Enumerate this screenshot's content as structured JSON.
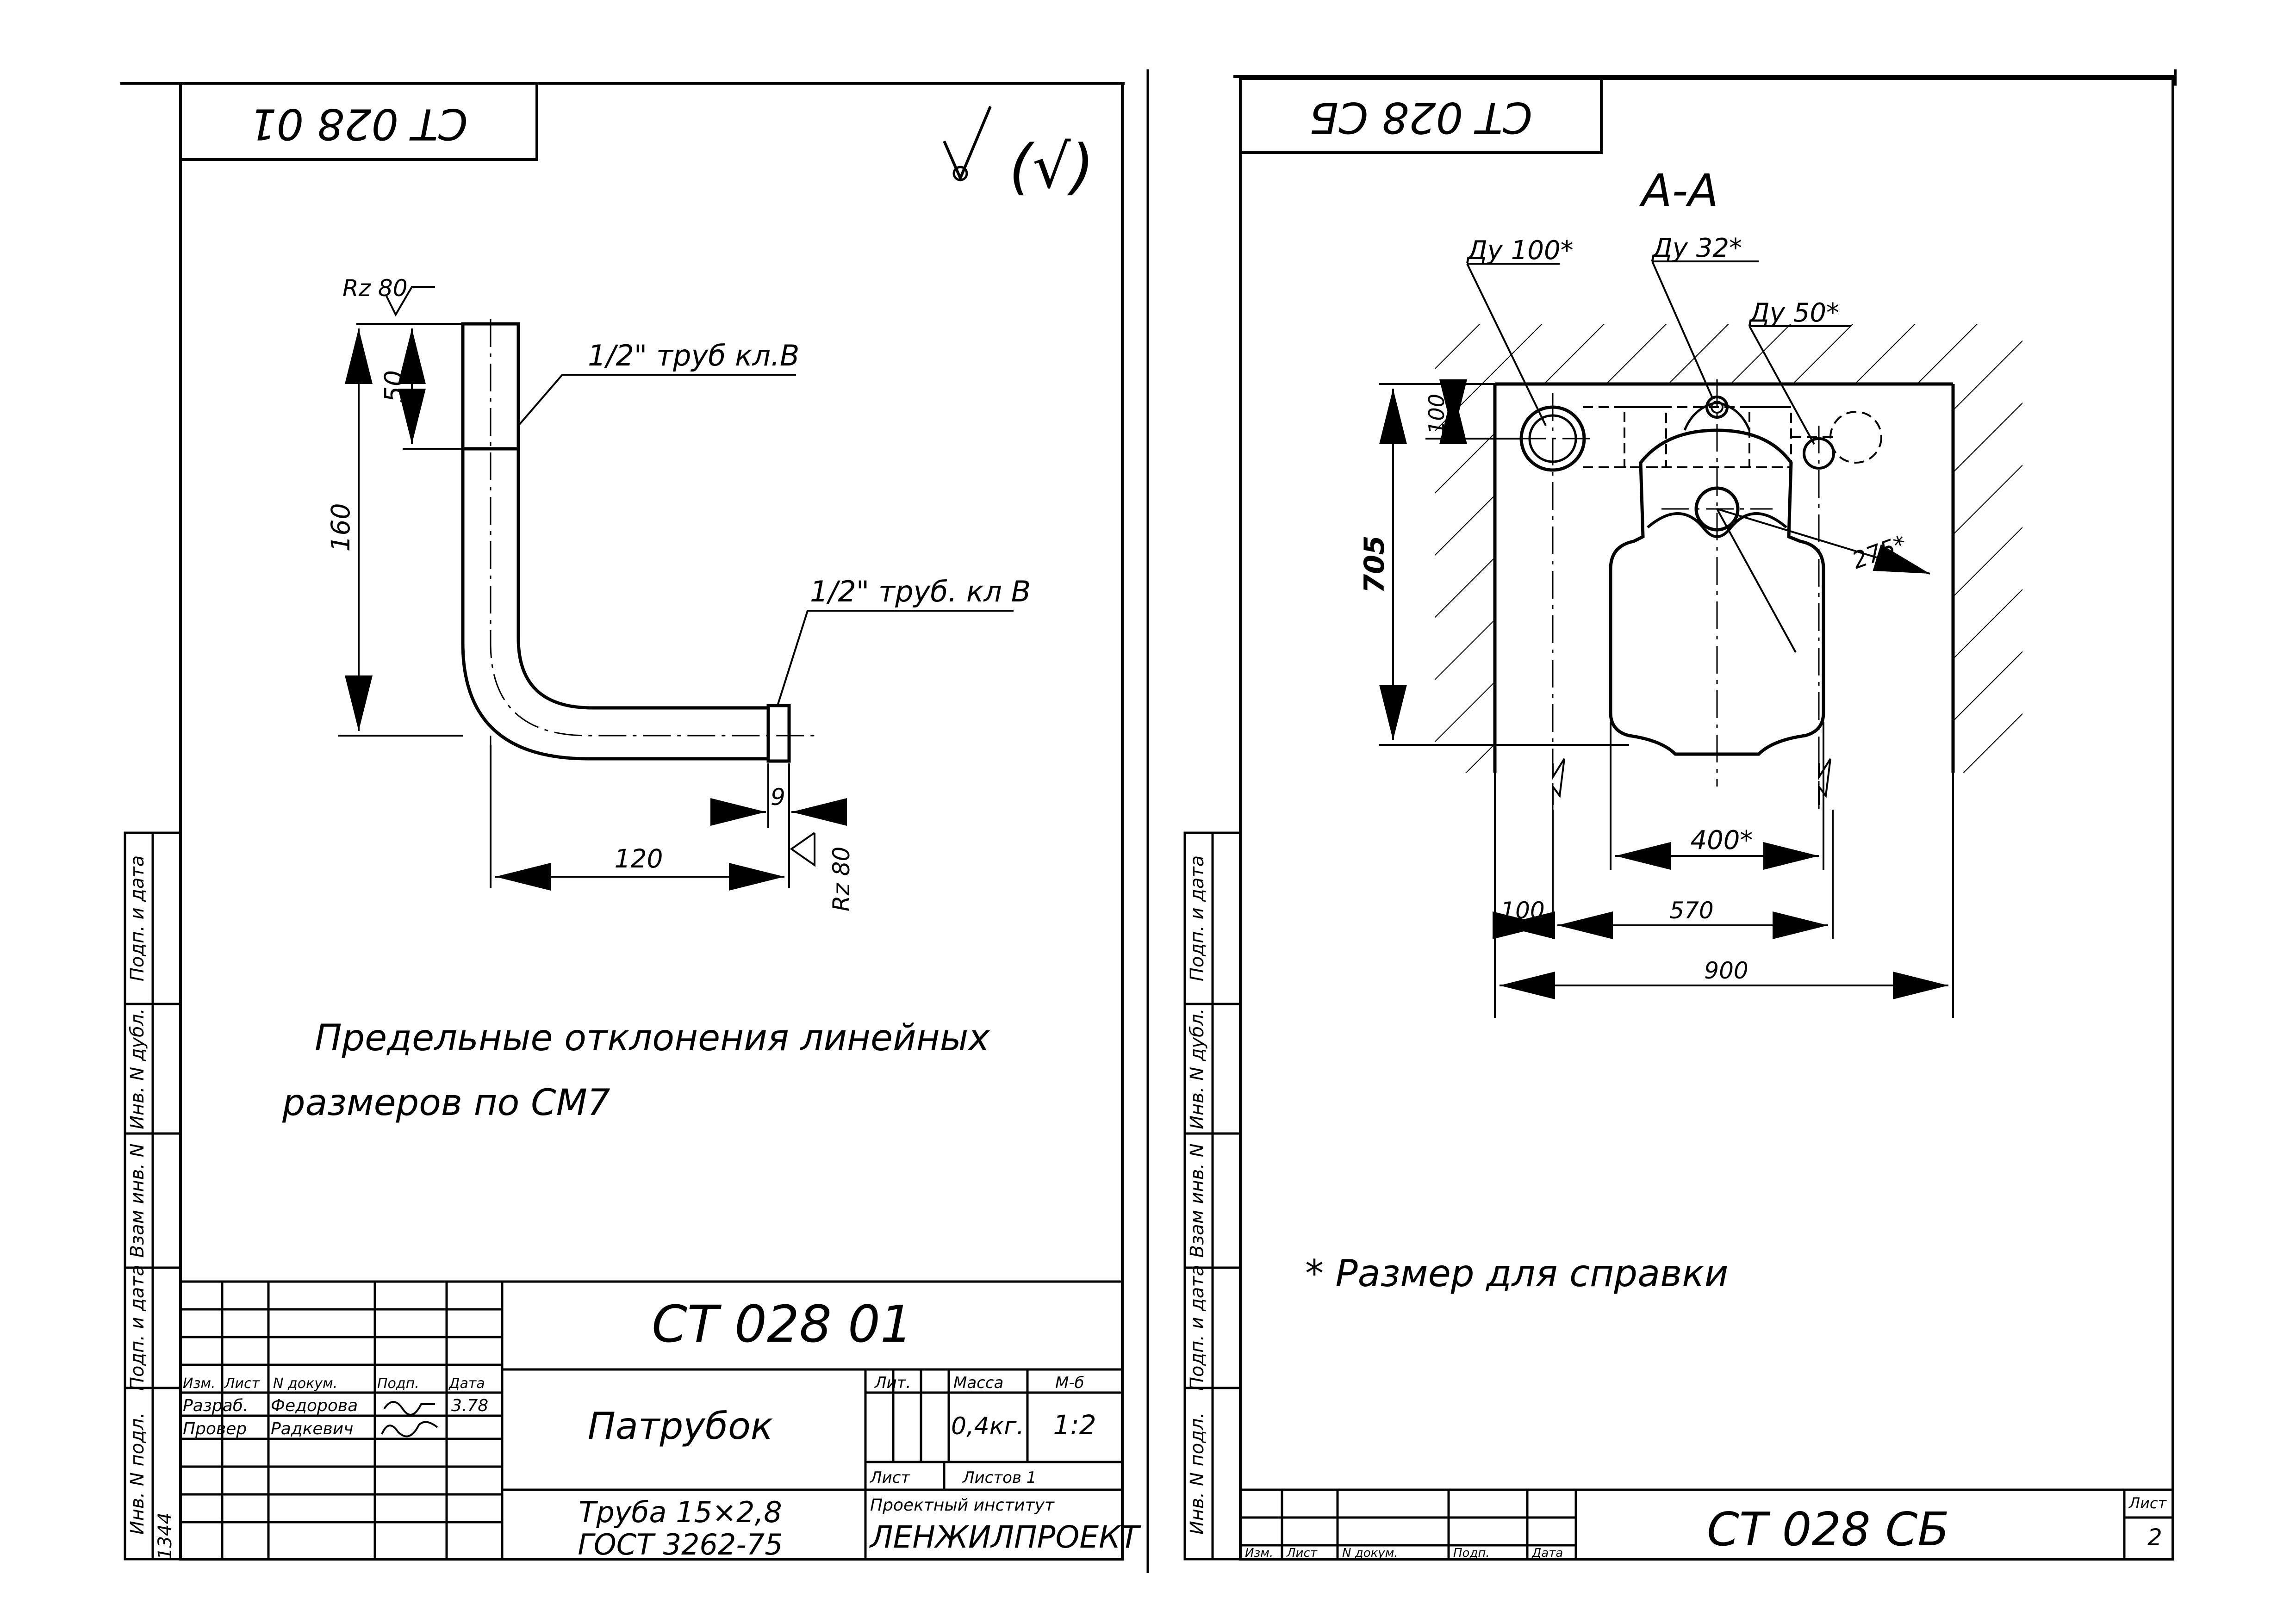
{
  "left_sheet": {
    "corner_code": "СТ 028 01",
    "roughness_mark": "(√)",
    "part": {
      "rz_top": "Rz 80",
      "label_top": "1/2\" труб кл.В",
      "label_right": "1/2\" труб. кл В",
      "rz_right": "Rz 80",
      "dims": [
        "50",
        "160",
        "9",
        "120"
      ]
    },
    "note_line1": "Предельные отклонения линейных",
    "note_line2": "размеров по СМ7",
    "side_labels": [
      "Инв. N подл.",
      "Подп. и дата",
      "Взам инв. N",
      "Инв. N дубл.",
      "Подп. и дата"
    ],
    "title_block": {
      "code": "СТ 028 01",
      "name": "Патрубок",
      "material_line1": "Труба 15×2,8",
      "material_line2": "ГОСТ 3262-75",
      "headers": [
        "Изм.",
        "Лист",
        "N докум.",
        "Подп.",
        "Дата"
      ],
      "rows": [
        [
          "Разраб.",
          "Федорова",
          "",
          "3.78"
        ],
        [
          "Провер",
          "Радкевич",
          "",
          ""
        ]
      ],
      "lit_label": "Лит.",
      "mass_label": "Масса",
      "scale_label": "М-б",
      "mass_value": "0,4кг.",
      "scale_value": "1:2",
      "sheet_label": "Лист",
      "sheets_label": "Листов 1",
      "institute_line1": "Проектный институт",
      "institute_line2": "ЛЕНЖИЛПРОЕКТ",
      "archive_no": "1344"
    }
  },
  "right_sheet": {
    "corner_code": "СТ 028 СБ",
    "section_label": "А-А",
    "callouts": [
      "Ду 100*",
      "Ду 32*",
      "Ду 50*"
    ],
    "dims": [
      "100",
      "705",
      "275*",
      "400*",
      "100",
      "570",
      "900"
    ],
    "note": "* Размер для справки",
    "side_labels": [
      "Инв. N подл.",
      "Подп. и дата",
      "Взам инв. N",
      "Инв. N дубл.",
      "Подп. и дата"
    ],
    "title_block": {
      "code": "СТ 028 СБ",
      "sheet_label": "Лист",
      "sheet_no": "2",
      "headers": [
        "Изм.",
        "Лист",
        "N докум.",
        "Подп.",
        "Дата"
      ]
    }
  }
}
